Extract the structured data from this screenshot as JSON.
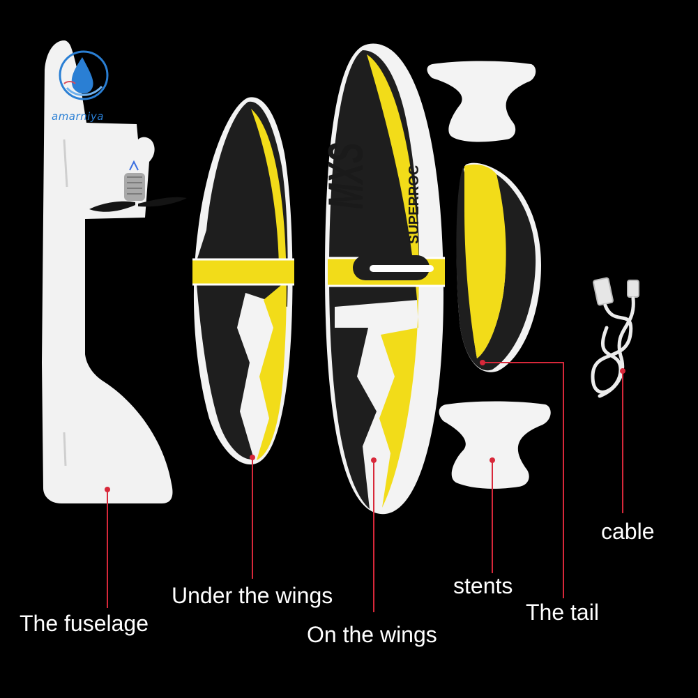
{
  "brand": {
    "name": "amarniya",
    "color": "#2a7fd4",
    "icon": "water-drop-logo-icon"
  },
  "print": {
    "model": "MXS",
    "maker": "SUPERROC"
  },
  "colors": {
    "background": "#000000",
    "foam_white": "#f3f3f3",
    "wing_yellow": "#f2dc19",
    "wing_black": "#1e1e1e",
    "pointer_red": "#d8283a"
  },
  "labels": {
    "fuselage": "The fuselage",
    "under_wings": "Under the wings",
    "on_wings": "On the wings",
    "stents": "stents",
    "tail": "The tail",
    "cable": "cable"
  }
}
